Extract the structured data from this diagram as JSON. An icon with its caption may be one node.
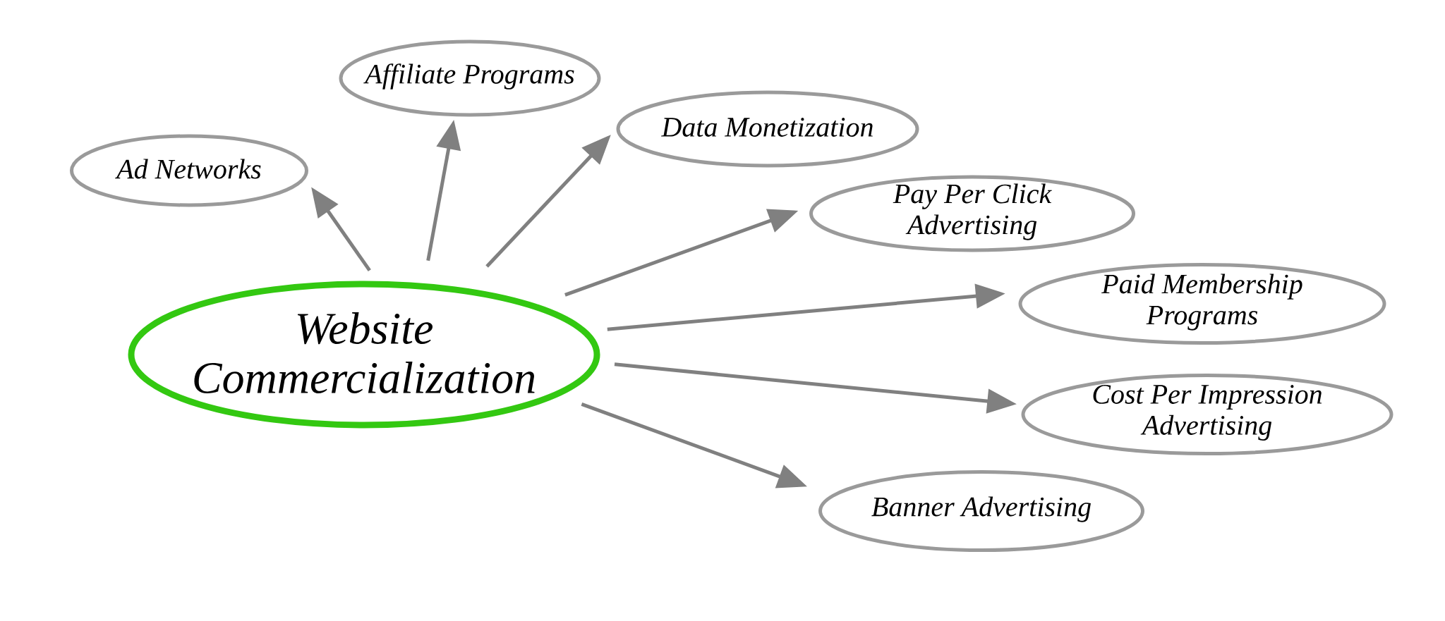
{
  "diagram": {
    "nodes": [
      {
        "text": [
          "Website Commercialization"
        ]
      },
      {
        "text": [
          "Ad Networks"
        ]
      },
      {
        "text": [
          "Affiliate Programs"
        ]
      },
      {
        "text": [
          "Data Monetization"
        ]
      },
      {
        "text": [
          "Pay Per Click Advertising"
        ]
      },
      {
        "text": [
          "Paid Membership Programs"
        ]
      },
      {
        "text": [
          "Cost Per Impression Advertising"
        ]
      },
      {
        "text": [
          "Banner Advertising"
        ]
      }
    ],
    "edges": [
      {
        "from": 0,
        "to": 1,
        "arrow": "to"
      },
      {
        "from": 0,
        "to": 2,
        "arrow": "to"
      },
      {
        "from": 0,
        "to": 3,
        "arrow": "to"
      },
      {
        "from": 0,
        "to": 4,
        "arrow": "to"
      },
      {
        "from": 0,
        "to": 5,
        "arrow": "to"
      },
      {
        "from": 0,
        "to": 6,
        "arrow": "to"
      },
      {
        "from": 0,
        "to": 7,
        "arrow": "to"
      }
    ]
  }
}
